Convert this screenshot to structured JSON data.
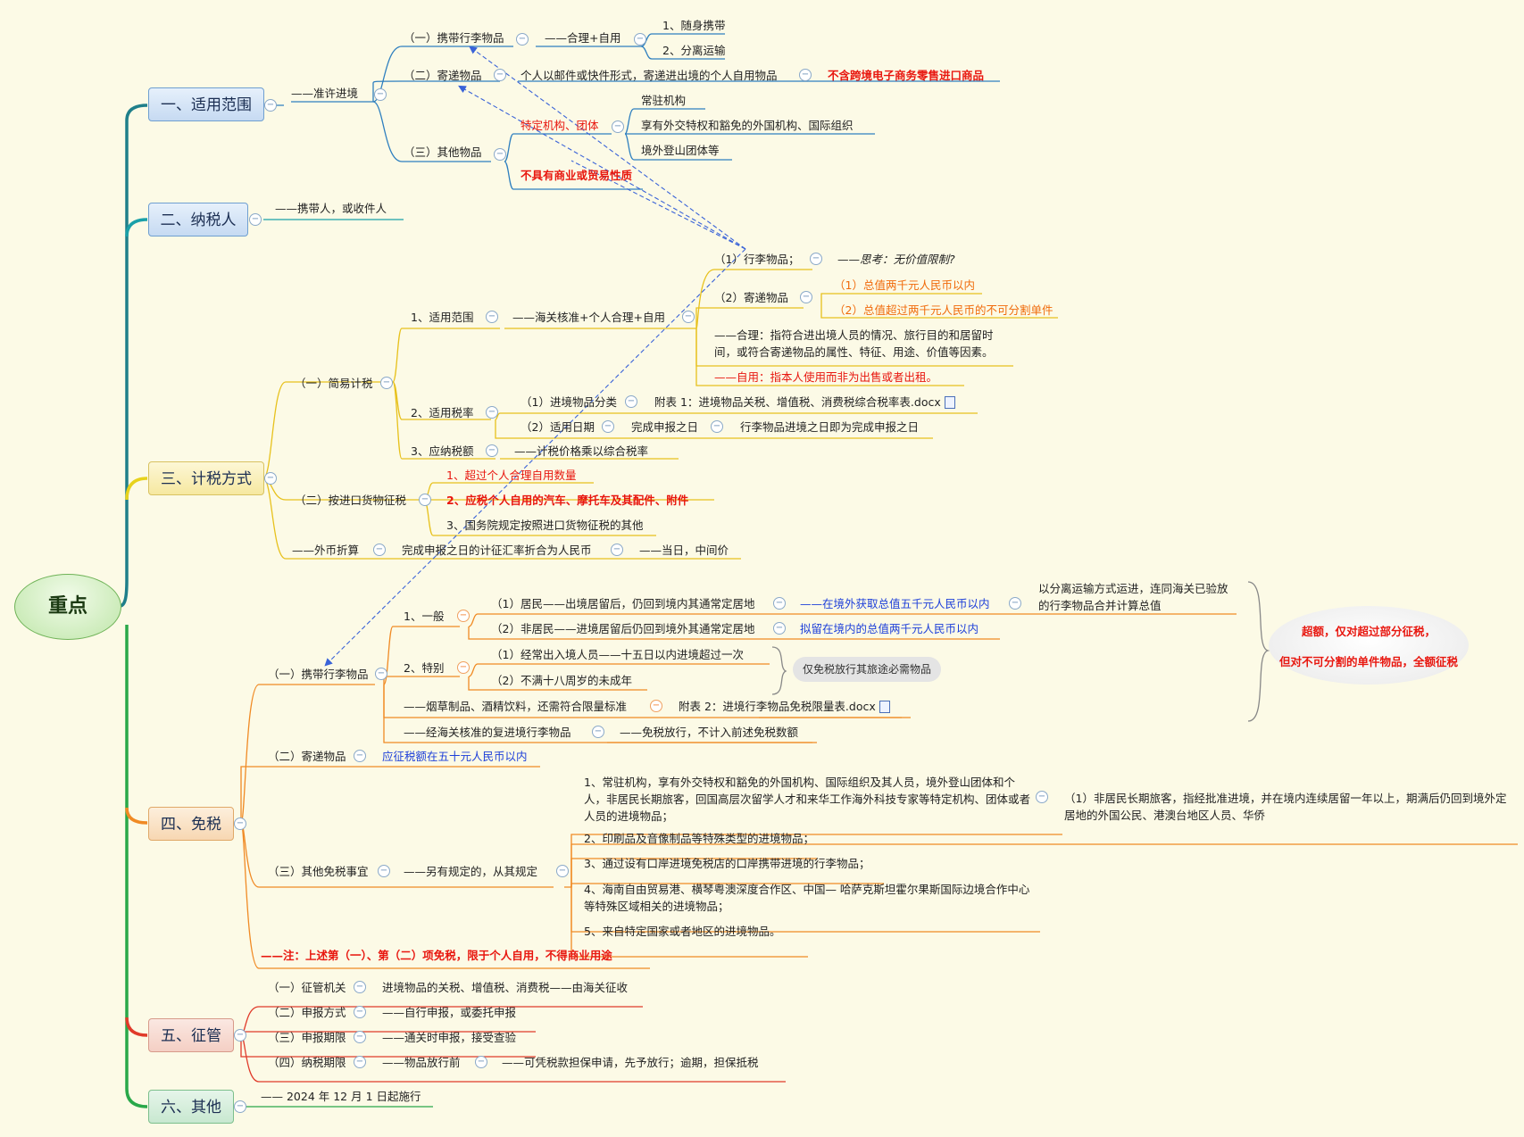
{
  "root": "重点",
  "branches": [
    {
      "label": "一、适用范围"
    },
    {
      "label": "二、纳税人"
    },
    {
      "label": "三、计税方式"
    },
    {
      "label": "四、免税"
    },
    {
      "label": "五、征管"
    },
    {
      "label": "六、其他"
    }
  ],
  "colors": {
    "teal": "#1f7f8a",
    "yellow": "#e7d21c",
    "orange": "#f08a24",
    "red": "#e03a2a",
    "green": "#2aa84a",
    "blue_arrow": "#3a63d8"
  },
  "b1": {
    "c1": "——准许进境",
    "a": "（一）携带行李物品",
    "a1": "——合理+自用",
    "a1a": "1、随身携带",
    "a1b": "2、分离运输",
    "b": "（二）寄递物品",
    "b1": "个人以邮件或快件形式，寄递进出境的个人自用物品",
    "b2": "不含跨境电子商务零售进口商品",
    "c": "（三）其他物品",
    "c1x": "特定机构、团体",
    "c1a": "常驻机构",
    "c1b": "享有外交特权和豁免的外国机构、国际组织",
    "c1c": "境外登山团体等",
    "c2": "不具有商业或贸易性质"
  },
  "b2": {
    "c1": "——携带人，或收件人"
  },
  "b3": {
    "a": "（一）简易计税",
    "a1": "1、适用范围",
    "a1x": "——海关核准+个人合理+自用",
    "a1a": "（1）行李物品；",
    "a1a1": "——思考：无价值限制?",
    "a1b": "（2）寄递物品",
    "a1b1": "（1）总值两千元人民币以内",
    "a1b2": "（2）总值超过两千元人民币的不可分割单件",
    "a1c": "——合理：指符合进出境人员的情况、旅行目的和居留时间，或符合寄递物品的属性、特征、用途、价值等因素。",
    "a1d": "——自用：指本人使用而非为出售或者出租。",
    "a2": "2、适用税率",
    "a2a": "（1）进境物品分类",
    "a2a1": "附表 1：进境物品关税、增值税、消费税综合税率表.docx",
    "a2b": "（2）适用日期",
    "a2b1": "完成申报之日",
    "a2b2": "行李物品进境之日即为完成申报之日",
    "a3": "3、应纳税额",
    "a3x": "——计税价格乘以综合税率",
    "b": "（二）按进口货物征税",
    "b1": "1、超过个人合理自用数量",
    "b2": "2、应税个人自用的汽车、摩托车及其配件、附件",
    "b3": "3、国务院规定按照进口货物征税的其他",
    "c": "——外币折算",
    "c1": "完成申报之日的计征汇率折合为人民币",
    "c2": "——当日，中间价"
  },
  "b4": {
    "a": "（一）携带行李物品",
    "a1": "1、一般",
    "a1a": "（1）居民——出境居留后，仍回到境内其通常定居地",
    "a1a1": "——在境外获取总值五千元人民币以内",
    "a1a2": "以分离运输方式运进，连同海关已验放的行李物品合并计算总值",
    "a1b": "（2）非居民——进境居留后仍回到境外其通常定居地",
    "a1b1": "拟留在境内的总值两千元人民币以内",
    "a2": "2、特别",
    "a2a": "（1）经常出入境人员——十五日以内进境超过一次",
    "a2b": "（2）不满十八周岁的未成年",
    "a2x": "仅免税放行其旅途必需物品",
    "a3": "——烟草制品、酒精饮料，还需符合限量标准",
    "a3a": "附表 2：进境行李物品免税限量表.docx",
    "a4": "——经海关核准的复进境行李物品",
    "a4a": "——免税放行，不计入前述免税数额",
    "note1": "超额，仅对超过部分征税，",
    "note2": "但对不可分割的单件物品，全额征税",
    "b": "（二）寄递物品",
    "b1": "应征税额在五十元人民币以内",
    "c": "（三）其他免税事宜",
    "c1": "——另有规定的，从其规定",
    "c1a": "1、常驻机构，享有外交特权和豁免的外国机构、国际组织及其人员，境外登山团体和个人，非居民长期旅客，回国高层次留学人才和来华工作海外科技专家等特定机构、团体或者人员的进境物品；",
    "c1a1": "（1）非居民长期旅客，指经批准进境，并在境内连续居留一年以上，期满后仍回到境外定居地的外国公民、港澳台地区人员、华侨",
    "c1b": "2、印刷品及音像制品等特殊类型的进境物品；",
    "c1c": "3、通过设有口岸进境免税店的口岸携带进境的行李物品；",
    "c1d": "4、海南自由贸易港、横琴粤澳深度合作区、中国— 哈萨克斯坦霍尔果斯国际边境合作中心等特殊区域相关的进境物品；",
    "c1e": "5、来自特定国家或者地区的进境物品。",
    "d": "——注：上述第（一）、第（二）项免税，限于个人自用，不得商业用途"
  },
  "b5": {
    "a": "（一）征管机关",
    "a1": "进境物品的关税、增值税、消费税——由海关征收",
    "b": "（二）申报方式",
    "b1": "——自行申报，或委托申报",
    "c": "（三）申报期限",
    "c1": "——通关时申报，接受查验",
    "d": "（四）纳税期限",
    "d1": "——物品放行前",
    "d2": "——可凭税款担保申请，先予放行；逾期，担保抵税"
  },
  "b6": {
    "c1": "—— 2024 年 12 月 1 日起施行"
  }
}
